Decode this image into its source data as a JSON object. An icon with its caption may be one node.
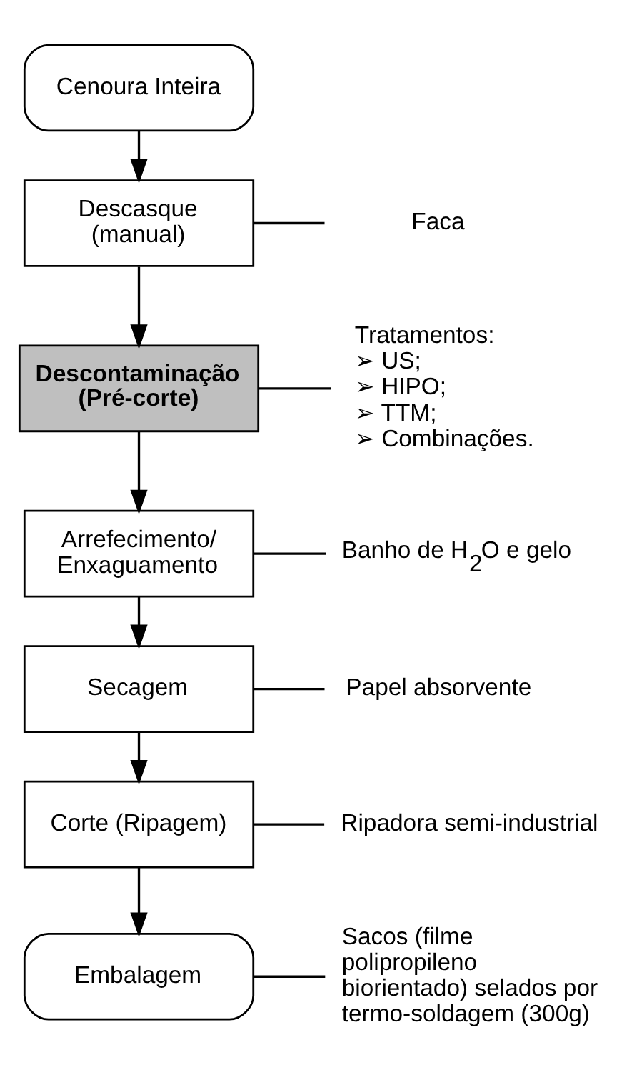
{
  "diagram": {
    "nodes": [
      {
        "text": [
          "Cenoura Inteira"
        ]
      },
      {
        "text": [
          "Descasque (manual)"
        ]
      },
      {
        "text": [
          "Faca"
        ]
      },
      {
        "text": [
          "Descontaminação (Pré-corte)"
        ]
      },
      {
        "text": [
          "Tratamentos:",
          "➢ US;",
          "➢ HIPO;",
          "➢ TTM;",
          "➢ Combinações."
        ]
      },
      {
        "text": [
          "Arrefecimento/ Enxaguamento"
        ]
      },
      {
        "text": [
          "Banho de H$_{2}$O e gelo"
        ]
      },
      {
        "text": [
          "Secagem"
        ]
      },
      {
        "text": [
          "Papel absorvente"
        ]
      },
      {
        "text": [
          "Corte (Ripagem)"
        ]
      },
      {
        "text": [
          "Ripadora semi-industrial"
        ]
      },
      {
        "text": [
          "Embalagem"
        ]
      },
      {
        "text": [
          "Sacos (filme polipropileno biorientado) selados por termo-soldagem (300g)"
        ]
      }
    ],
    "edges": [
      {
        "from": 0,
        "to": 1,
        "arrow": "to"
      },
      {
        "from": 1,
        "to": 2,
        "arrow": "none"
      },
      {
        "from": 1,
        "to": 3,
        "arrow": "to"
      },
      {
        "from": 3,
        "to": 4,
        "arrow": "none"
      },
      {
        "from": 3,
        "to": 5,
        "arrow": "to"
      },
      {
        "from": 5,
        "to": 6,
        "arrow": "none"
      },
      {
        "from": 5,
        "to": 7,
        "arrow": "to"
      },
      {
        "from": 7,
        "to": 8,
        "arrow": "none"
      },
      {
        "from": 7,
        "to": 9,
        "arrow": "to"
      },
      {
        "from": 9,
        "to": 10,
        "arrow": "none"
      },
      {
        "from": 9,
        "to": 11,
        "arrow": "to"
      },
      {
        "from": 11,
        "to": 12,
        "arrow": "none"
      }
    ]
  }
}
